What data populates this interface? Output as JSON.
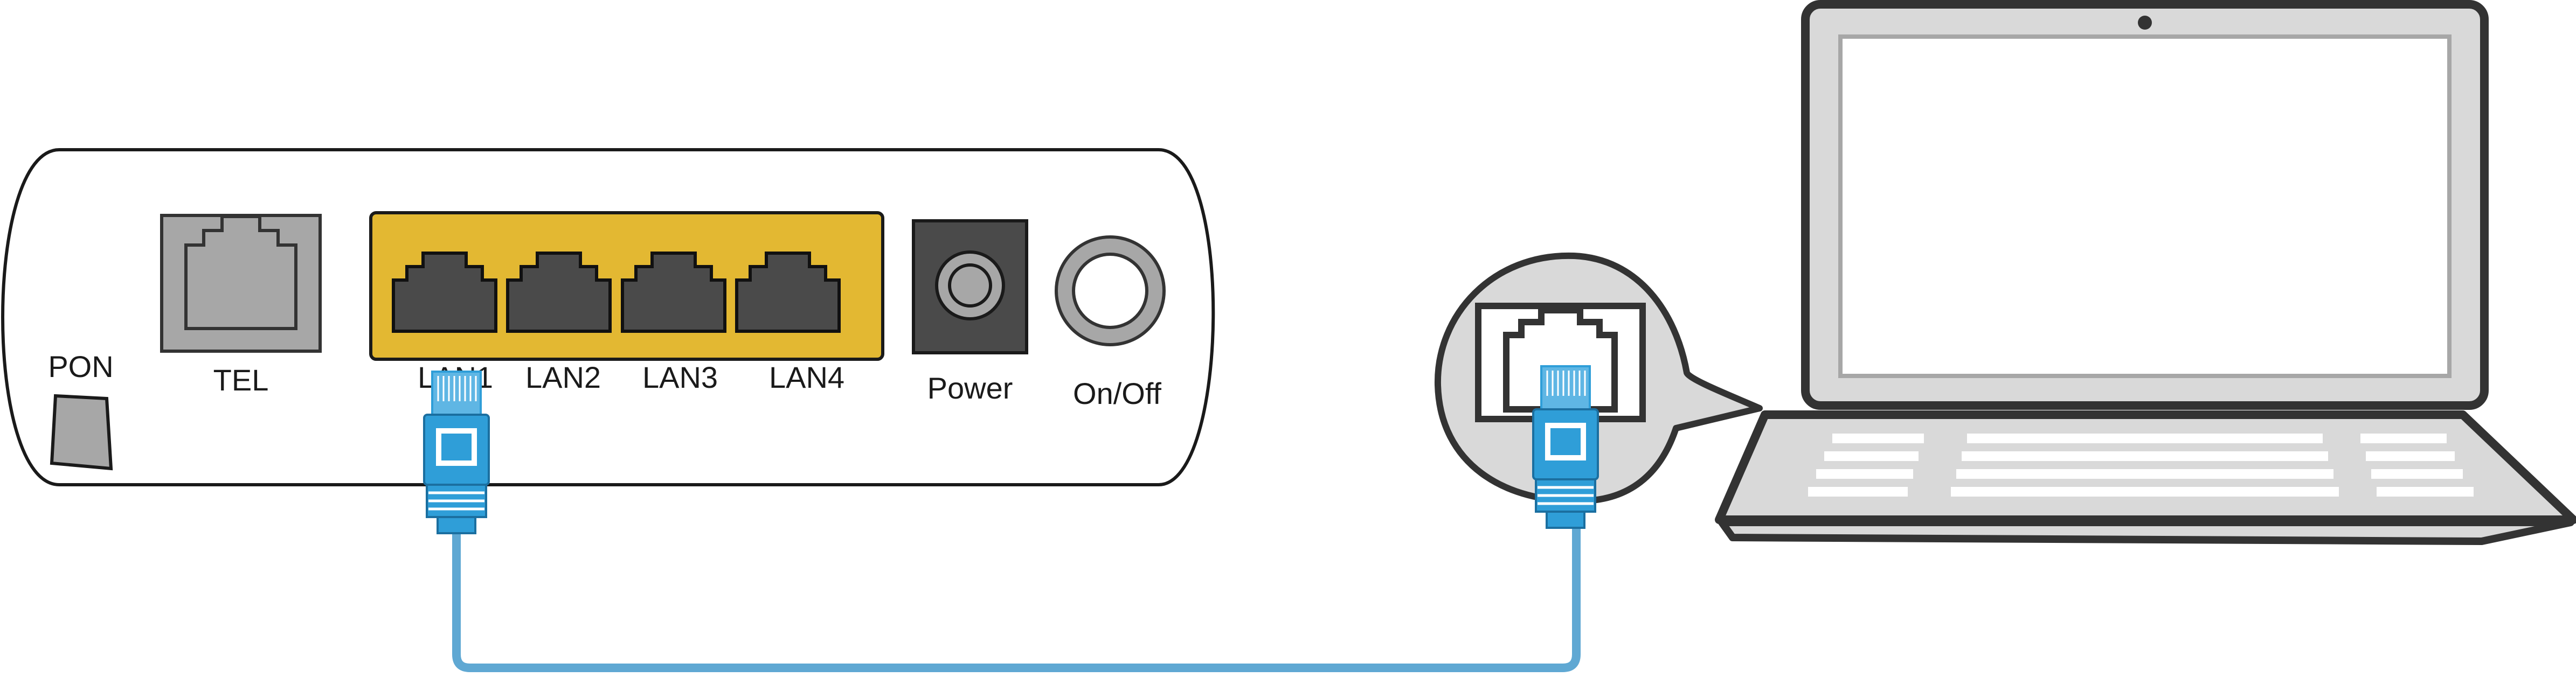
{
  "router": {
    "ports": {
      "pon": "PON",
      "tel": "TEL",
      "lan1": "LAN1",
      "lan2": "LAN2",
      "lan3": "LAN3",
      "lan4": "LAN4",
      "power": "Power",
      "onoff": "On/Off"
    }
  },
  "colors": {
    "lan_block": "#e3b832",
    "cable": "#5fa8d3",
    "connector": "#2f9ed8",
    "outline": "#333333",
    "gray": "#a7a7a7",
    "dark_port": "#4a4a4a"
  },
  "icons": {
    "router": "router-device-icon",
    "laptop": "laptop-icon",
    "cable": "ethernet-cable-icon",
    "zoom": "zoom-callout-icon"
  }
}
